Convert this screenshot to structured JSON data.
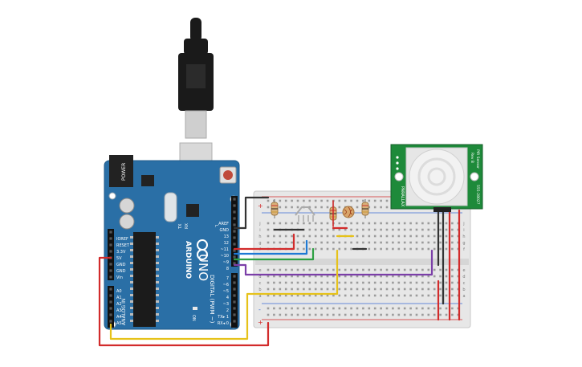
{
  "arduino": {
    "brand": "ARDUINO",
    "model": "UNO",
    "on_label": "ON",
    "tx_label": "TX",
    "rx_label": "RX",
    "l_label": "L",
    "digital_label": "DIGITAL (PWM ~)",
    "power_label": "POWER",
    "analog_label": "ANALOG IN",
    "power_pins": [
      "IOREF",
      "RESET",
      "3.3V",
      "5V",
      "GND",
      "GND",
      "Vin"
    ],
    "analog_pins": [
      "A0",
      "A1",
      "A2",
      "A3",
      "A4",
      "A5"
    ],
    "header_top_pins": [
      "AREF",
      "GND",
      "13",
      "12",
      "~11",
      "~10",
      "~9",
      "8"
    ],
    "header_bottom_pins": [
      "7",
      "~6",
      "~5",
      "4",
      "~3",
      "2",
      "TX▸ 1",
      "RX◂ 0"
    ]
  },
  "breadboard": {
    "row_letters_top": [
      "j",
      "i",
      "h",
      "g",
      "f"
    ],
    "row_letters_bottom": [
      "e",
      "d",
      "c",
      "b",
      "a"
    ],
    "rail_plus": "+",
    "rail_minus": "-"
  },
  "pir": {
    "model": "555-28027",
    "title": "PIR Sensor",
    "revision": "Rev B",
    "maker": "PARALLAX"
  },
  "colors": {
    "board": "#2a6fa6",
    "breadboard": "#e7e7e7",
    "pir_board": "#1e8a3a",
    "wire_red": "#d22b2b",
    "wire_black": "#333333",
    "wire_blue": "#1e79d4",
    "wire_green": "#2ea043",
    "wire_purple": "#7b3fa8",
    "wire_yellow": "#e6c21a"
  }
}
